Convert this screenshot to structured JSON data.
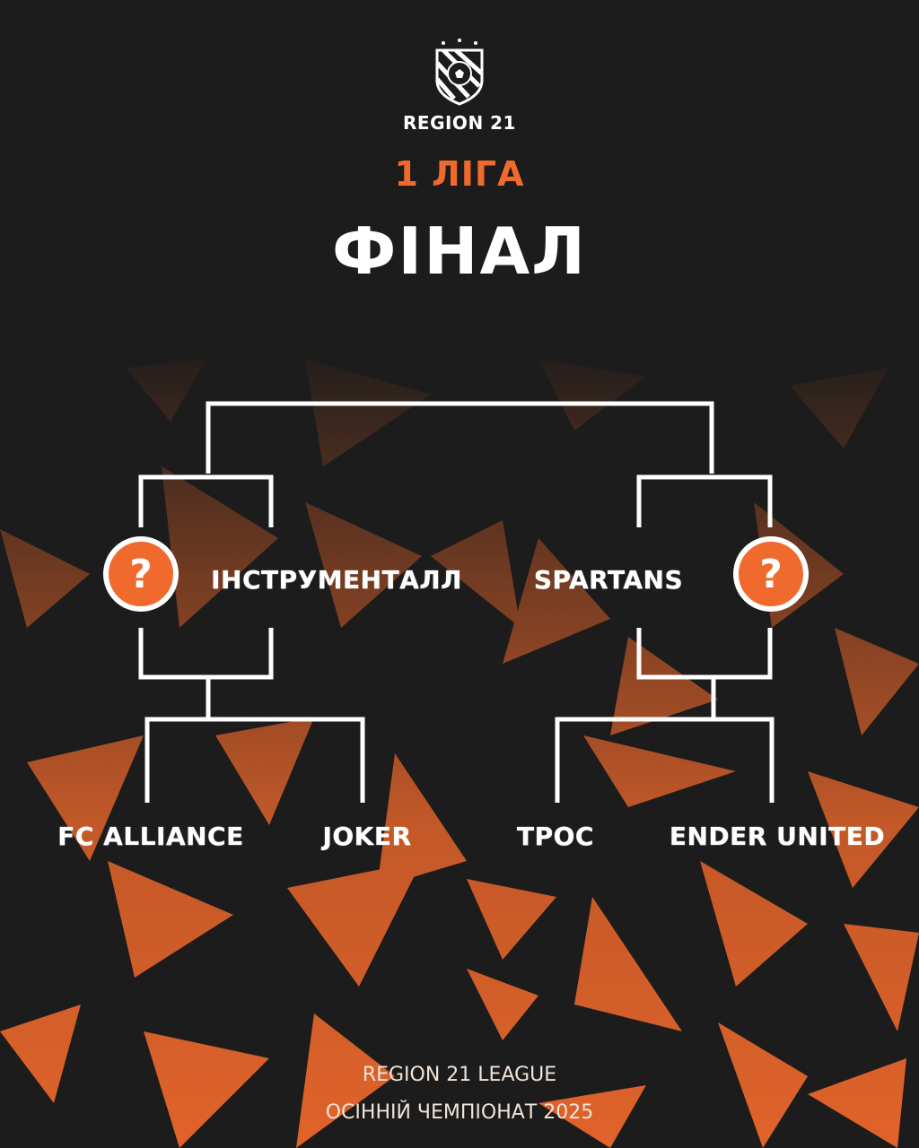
{
  "header": {
    "brand": "REGION 21",
    "league": "1 ЛІГА",
    "title": "ФІНАЛ"
  },
  "semifinal": {
    "left": {
      "winner_placeholder": "?",
      "team": "ІНСТРУМЕНТАЛЛ"
    },
    "right": {
      "winner_placeholder": "?",
      "team": "SPARTANS"
    }
  },
  "quarterfinal": {
    "teams": [
      "FC ALLIANCE",
      "JOKER",
      "ТРОС",
      "ENDER UNITED"
    ]
  },
  "footer": {
    "line1": "REGION 21 LEAGUE",
    "line2": "ОСІННІЙ ЧЕМПІОНАТ 2025"
  },
  "colors": {
    "accent": "#ef6a2c",
    "background": "#1d1c1c"
  }
}
